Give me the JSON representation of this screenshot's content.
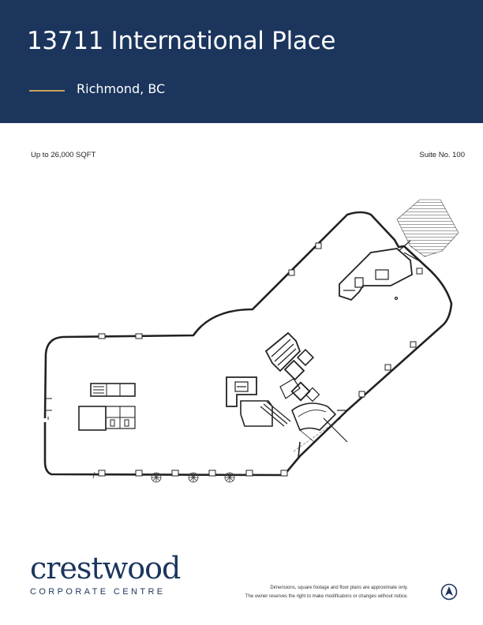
{
  "header": {
    "title": "13711 International Place",
    "subtitle": "Richmond, BC",
    "background_color": "#1b355d",
    "accent_color": "#c9a35a"
  },
  "meta": {
    "area": "Up to 26,000 SQFT",
    "suite": "Suite No. 100"
  },
  "floor_plan": {
    "icon": "floor-plan-drawing"
  },
  "logo": {
    "main": "crestwood",
    "sub": "CORPORATE CENTRE",
    "color": "#1b355d"
  },
  "disclaimer": {
    "line1": "Dimensions, square footage and floor plans are approximate only.",
    "line2": "The owner reserves the right to make modificatons or changes without notice."
  },
  "north_arrow": {
    "icon": "north-arrow-icon"
  }
}
